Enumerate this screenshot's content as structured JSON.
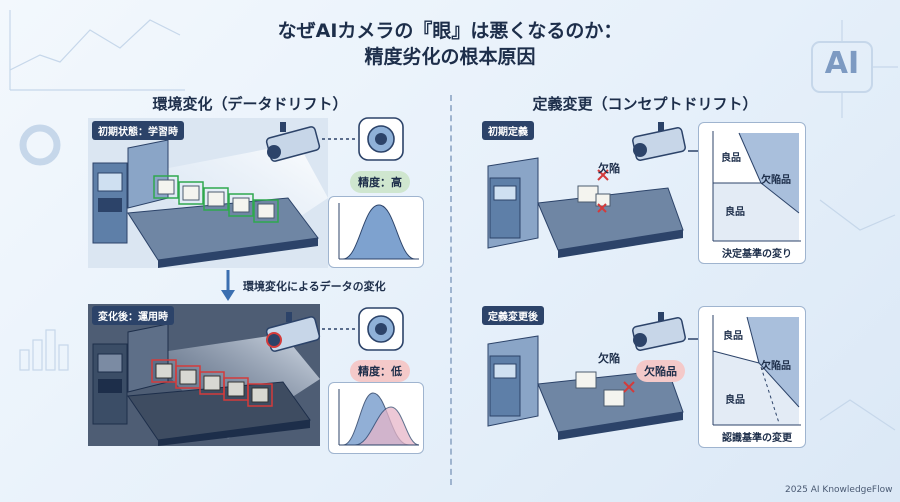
{
  "header": {
    "title_line1": "なぜAIカメラの『眼』は悪くなるのか：",
    "title_line2": "精度劣化の根本原因",
    "ai_badge": "AI"
  },
  "left": {
    "title": "環境変化（データドリフト）",
    "top_tag": "初期状態：学習時",
    "top_pill": "精度：高",
    "arrow_label": "環境変化によるデータの変化",
    "bottom_tag": "変化後：運用時",
    "bottom_pill": "精度：低"
  },
  "right": {
    "title": "定義変更（コンセプトドリフト）",
    "top_tag": "初期定義",
    "top_defect": "欠陥",
    "top_chart": {
      "good_top": "良品",
      "defect": "欠陥品",
      "good_bottom": "良品",
      "caption": "決定基準の変り"
    },
    "bottom_tag": "定義変更後",
    "bottom_defect": "欠陥",
    "bottom_defect_pill": "欠陥品",
    "bottom_chart": {
      "good_top": "良品",
      "defect": "欠陥品",
      "good_bottom": "良品",
      "caption": "認識基準の変更"
    }
  },
  "footer": "2025 AI KnowledgeFlow",
  "colors": {
    "navy": "#2c4369",
    "bg": "#e6f0fa",
    "good": "#cfe6cf",
    "bad": "#f4c9c9",
    "box_green": "#2fa84f",
    "box_red": "#d33b3b"
  }
}
